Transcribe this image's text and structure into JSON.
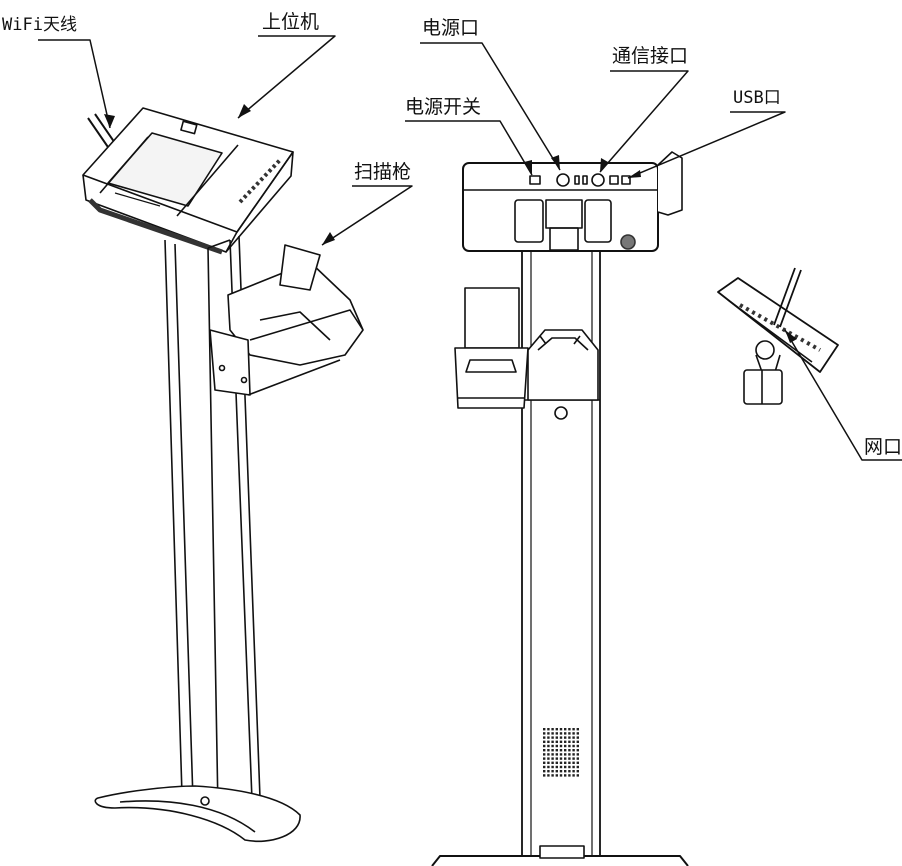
{
  "labels": {
    "wifi_antenna": "WiFi天线",
    "host_pc": "上位机",
    "scanner": "扫描枪",
    "power_port": "电源口",
    "comm_port": "通信接口",
    "usb_port": "USB口",
    "power_switch": "电源开关",
    "network_port": "网口"
  }
}
